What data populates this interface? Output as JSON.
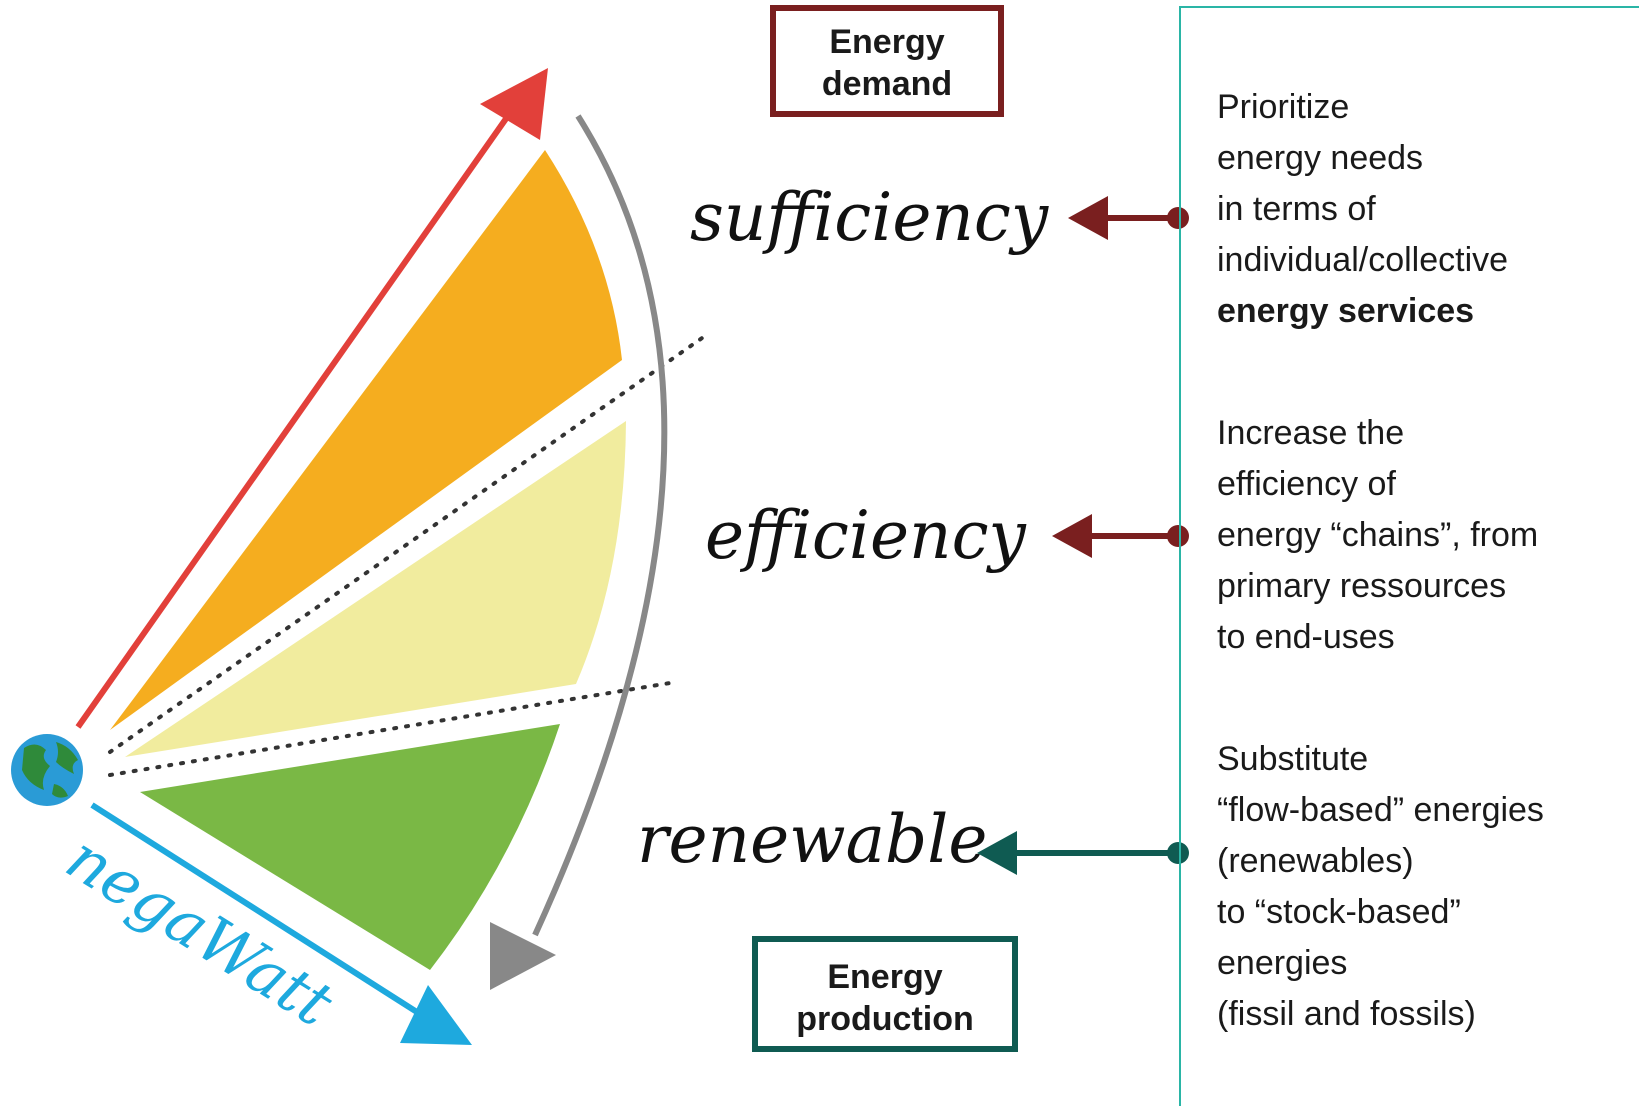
{
  "boxes": {
    "demand": [
      "Energy",
      "demand"
    ],
    "production": [
      "Energy",
      "production"
    ]
  },
  "labels": {
    "sufficiency": "sufficiency",
    "efficiency": "efficiency",
    "renewable": "renewable",
    "negawatt": "negaWatt"
  },
  "descriptions": {
    "sufficiency": {
      "lines": [
        "Prioritize",
        "energy needs",
        "in terms of",
        "individual/collective"
      ],
      "bold_line": "energy services"
    },
    "efficiency": {
      "lines": [
        "Increase the",
        "efficiency of",
        "energy “chains”, from",
        "primary ressources",
        "to end-uses"
      ]
    },
    "renewable": {
      "lines": [
        "Substitute",
        "“flow-based” energies",
        "(renewables)",
        "to “stock-based”",
        "energies",
        "(fissil and fossils)"
      ]
    }
  },
  "colors": {
    "sufficiency_wedge": "#f5ad1f",
    "efficiency_wedge": "#f1ec9e",
    "renewable_wedge": "#7ab845",
    "demand_arrow": "#e2403a",
    "negawatt_arrow": "#1ea9de",
    "sweep_arrow": "#888888",
    "demand_accent": "#7a1f1f",
    "production_accent": "#0f5b52",
    "panel_border": "#2ab5a6"
  },
  "icons": {
    "globe": "globe-icon"
  }
}
